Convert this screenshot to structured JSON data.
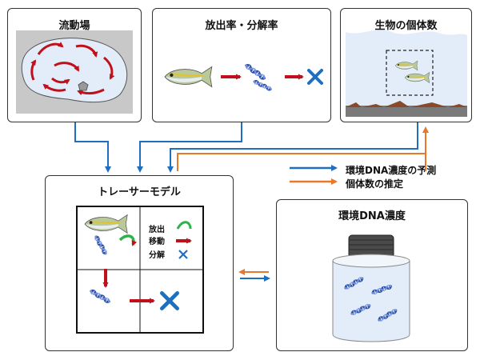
{
  "panels": {
    "flow_field": {
      "title": "流動場"
    },
    "shedding_decay": {
      "title": "放出率・分解率"
    },
    "abundance": {
      "title": "生物の個体数"
    },
    "tracer_model": {
      "title": "トレーサーモデル"
    },
    "edna_concentration": {
      "title": "環境DNA濃度"
    }
  },
  "model_key": {
    "release": "放出",
    "transport": "移動",
    "decay": "分解"
  },
  "legend": {
    "items": [
      {
        "label": "環境DNA濃度の予測",
        "color": "#1f6fc0"
      },
      {
        "label": "個体数の推定",
        "color": "#e8782a"
      }
    ]
  },
  "colors": {
    "prediction_arrow": "#1f6fc0",
    "estimation_arrow": "#e8782a",
    "transport_arrow": "#c0101a",
    "release_arrow": "#2db34a",
    "decay_cross": "#1f6fc0",
    "dna_strand": "#2b4fa8",
    "water": "#dfe9f7"
  }
}
